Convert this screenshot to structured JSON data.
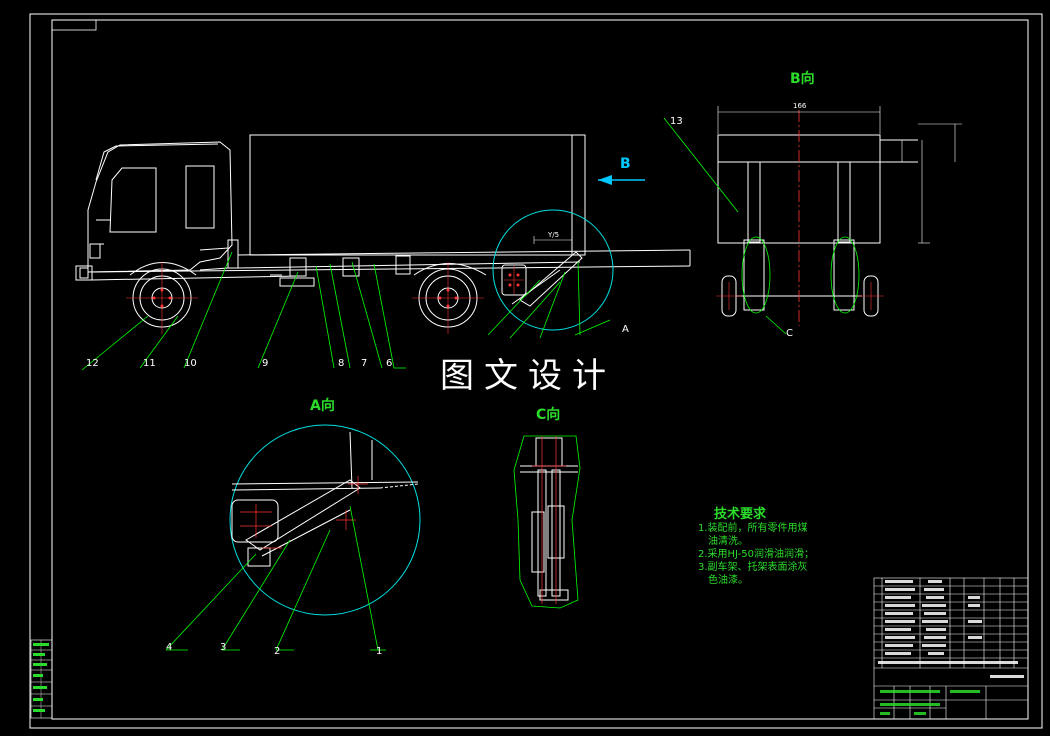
{
  "views": {
    "b_view_title": "B向",
    "a_view_title": "A向",
    "c_view_title": "C向",
    "arrow_b_label": "B",
    "section_a_label": "A",
    "section_c_label": "C"
  },
  "watermark": "图文设计",
  "callouts_main": [
    "12",
    "11",
    "10",
    "9",
    "8",
    "7",
    "6"
  ],
  "callouts_b": [
    "13"
  ],
  "callouts_a": [
    "4",
    "3",
    "2",
    "1"
  ],
  "dims": {
    "b_width": "166",
    "b_length": "Y/5"
  },
  "tech": {
    "title": "技术要求",
    "lines": [
      "1.装配前，所有零件用煤",
      "油清洗。",
      "2.采用HJ-50润滑油润滑；",
      "3.副车架、托架表面涂灰",
      "色油漆。"
    ]
  },
  "colors": {
    "background": "#000000",
    "linework": "#ffffff",
    "callout": "#00ff00",
    "circle": "#00ffff",
    "centerline": "#ff0000",
    "title_text": "#2bdc2b"
  }
}
